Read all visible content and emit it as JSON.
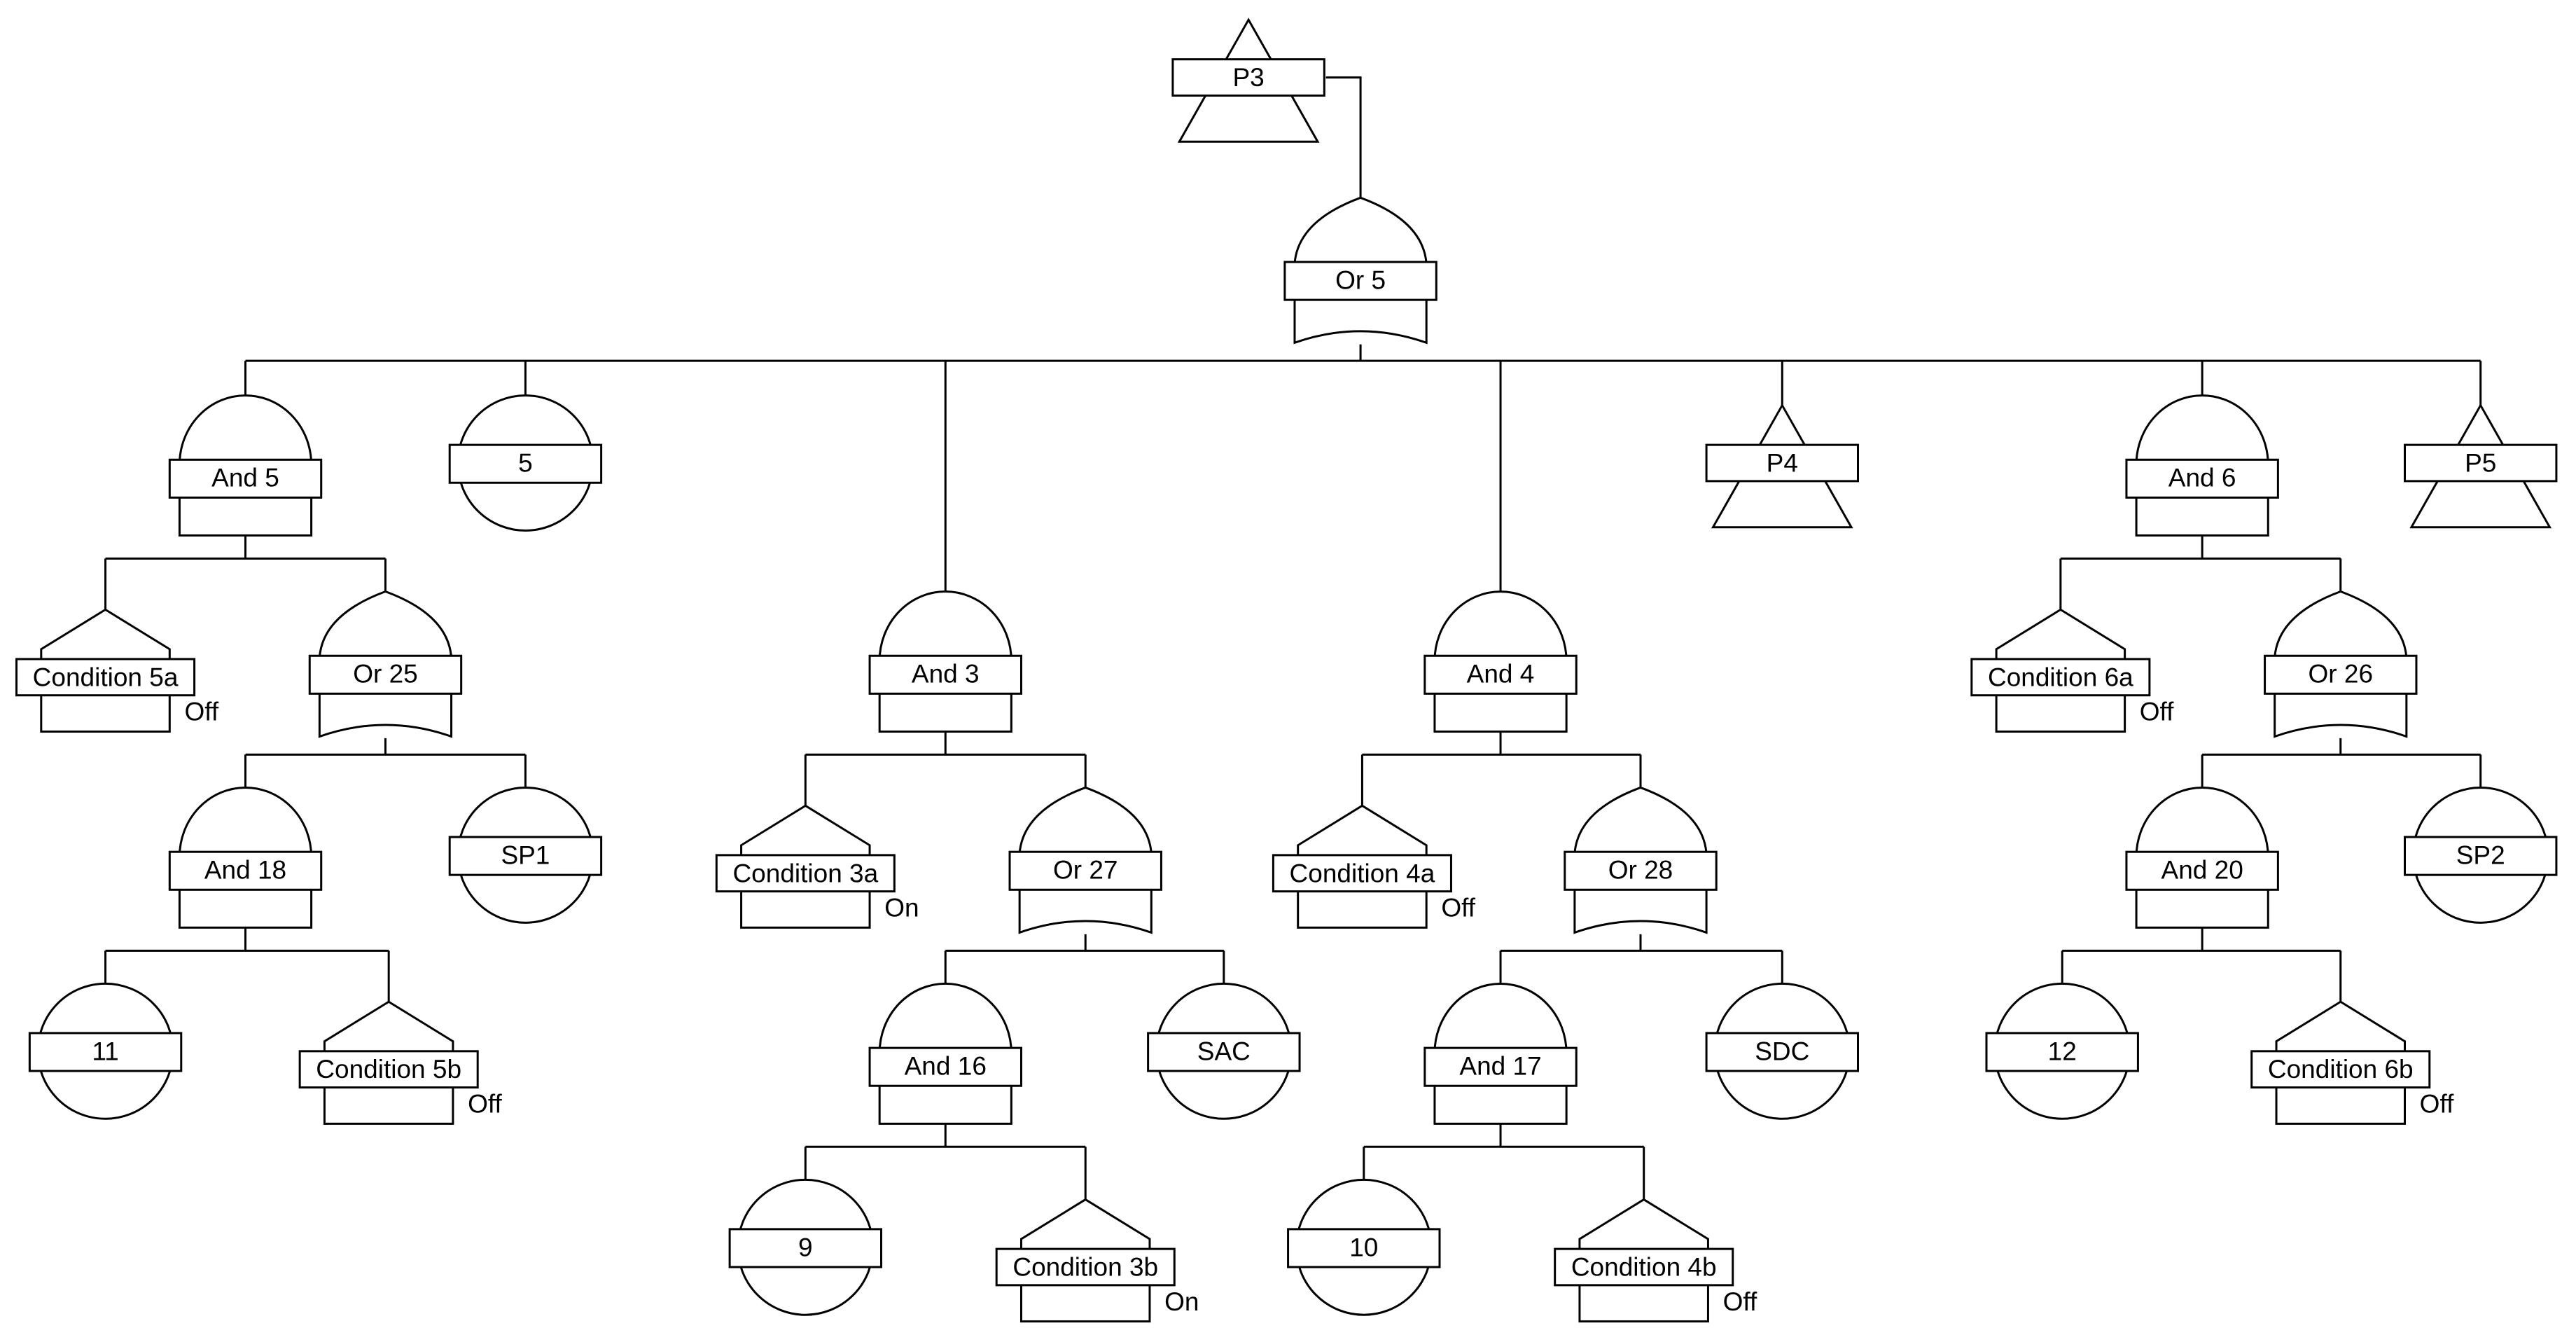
{
  "nodes": {
    "p3": {
      "label": "P3",
      "type": "transfer"
    },
    "or5": {
      "label": "Or 5",
      "type": "or"
    },
    "and5": {
      "label": "And 5",
      "type": "and"
    },
    "e5": {
      "label": "5",
      "type": "basic"
    },
    "and3": {
      "label": "And 3",
      "type": "and"
    },
    "and4": {
      "label": "And 4",
      "type": "and"
    },
    "p4": {
      "label": "P4",
      "type": "transfer"
    },
    "and6": {
      "label": "And 6",
      "type": "and"
    },
    "p5": {
      "label": "P5",
      "type": "transfer"
    },
    "c5a": {
      "label": "Condition 5a",
      "type": "house",
      "state": "Off"
    },
    "or25": {
      "label": "Or 25",
      "type": "or"
    },
    "c3a": {
      "label": "Condition 3a",
      "type": "house",
      "state": "On"
    },
    "or27": {
      "label": "Or 27",
      "type": "or"
    },
    "c4a": {
      "label": "Condition 4a",
      "type": "house",
      "state": "Off"
    },
    "or28": {
      "label": "Or 28",
      "type": "or"
    },
    "c6a": {
      "label": "Condition 6a",
      "type": "house",
      "state": "Off"
    },
    "or26": {
      "label": "Or 26",
      "type": "or"
    },
    "and18": {
      "label": "And 18",
      "type": "and"
    },
    "sp1": {
      "label": "SP1",
      "type": "basic"
    },
    "and16": {
      "label": "And 16",
      "type": "and"
    },
    "sac": {
      "label": "SAC",
      "type": "basic"
    },
    "and17": {
      "label": "And 17",
      "type": "and"
    },
    "sdc": {
      "label": "SDC",
      "type": "basic"
    },
    "and20": {
      "label": "And 20",
      "type": "and"
    },
    "sp2": {
      "label": "SP2",
      "type": "basic"
    },
    "e11": {
      "label": "11",
      "type": "basic"
    },
    "c5b": {
      "label": "Condition 5b",
      "type": "house",
      "state": "Off"
    },
    "e9": {
      "label": "9",
      "type": "basic"
    },
    "c3b": {
      "label": "Condition 3b",
      "type": "house",
      "state": "On"
    },
    "e10": {
      "label": "10",
      "type": "basic"
    },
    "c4b": {
      "label": "Condition 4b",
      "type": "house",
      "state": "Off"
    },
    "e12": {
      "label": "12",
      "type": "basic"
    },
    "c6b": {
      "label": "Condition 6b",
      "type": "house",
      "state": "Off"
    }
  },
  "edges": [
    [
      "p3",
      "or5"
    ],
    [
      "or5",
      "and5"
    ],
    [
      "or5",
      "e5"
    ],
    [
      "or5",
      "and3"
    ],
    [
      "or5",
      "and4"
    ],
    [
      "or5",
      "p4"
    ],
    [
      "or5",
      "and6"
    ],
    [
      "or5",
      "p5"
    ],
    [
      "and5",
      "c5a"
    ],
    [
      "and5",
      "or25"
    ],
    [
      "or25",
      "and18"
    ],
    [
      "or25",
      "sp1"
    ],
    [
      "and18",
      "e11"
    ],
    [
      "and18",
      "c5b"
    ],
    [
      "and3",
      "c3a"
    ],
    [
      "and3",
      "or27"
    ],
    [
      "or27",
      "and16"
    ],
    [
      "or27",
      "sac"
    ],
    [
      "and16",
      "e9"
    ],
    [
      "and16",
      "c3b"
    ],
    [
      "and4",
      "c4a"
    ],
    [
      "and4",
      "or28"
    ],
    [
      "or28",
      "and17"
    ],
    [
      "or28",
      "sdc"
    ],
    [
      "and17",
      "e10"
    ],
    [
      "and17",
      "c4b"
    ],
    [
      "and6",
      "c6a"
    ],
    [
      "and6",
      "or26"
    ],
    [
      "or26",
      "and20"
    ],
    [
      "or26",
      "sp2"
    ],
    [
      "and20",
      "e12"
    ],
    [
      "and20",
      "c6b"
    ]
  ]
}
